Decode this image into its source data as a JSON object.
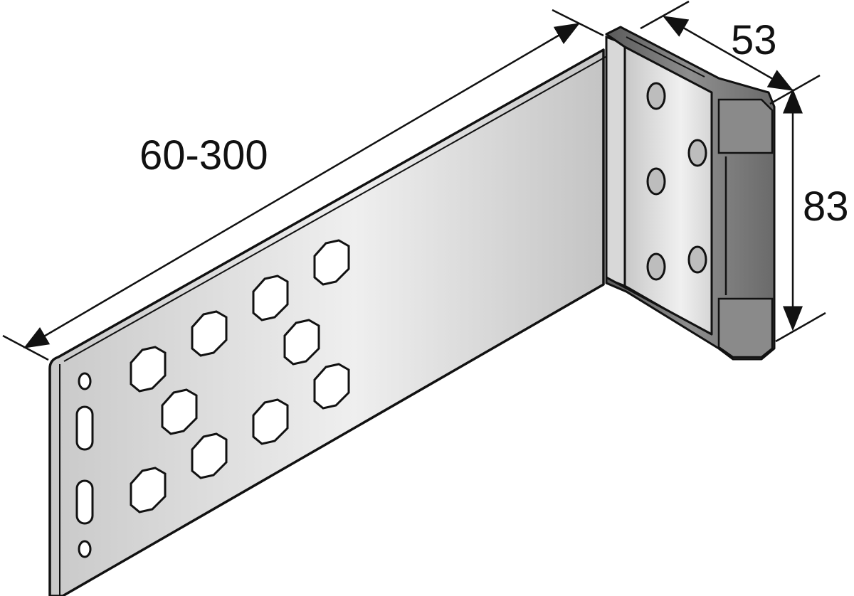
{
  "diagram": {
    "subject": "Angle bracket with perforated long leg and clip-on end cap",
    "colors": {
      "outline": "#111111",
      "metal_light": "#f2f2f2",
      "metal_mid": "#d4d4d4",
      "metal_dark": "#b8b8b8",
      "cap_dark": "#6f6f6f",
      "cap_light": "#9a9a9a",
      "background": "#ffffff"
    },
    "dimensions": {
      "length": "60-300",
      "width": "53",
      "height": "83"
    },
    "parts": {
      "long_leg_holes_octagonal": 10,
      "long_leg_slots": 2,
      "long_leg_round_holes": 2,
      "short_leg_holes": 5
    }
  }
}
